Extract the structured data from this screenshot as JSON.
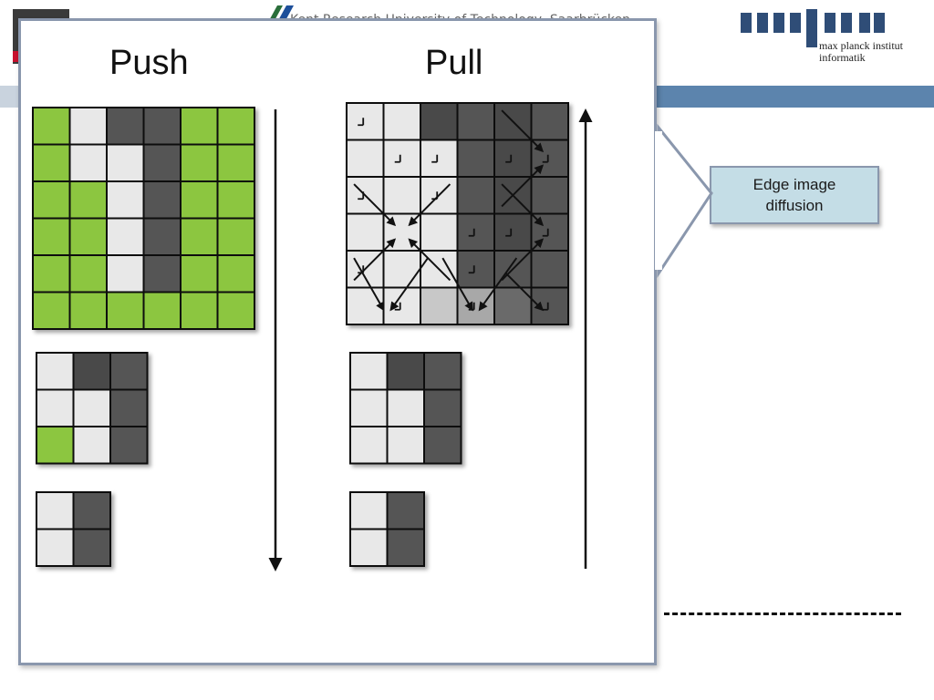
{
  "slide": {
    "header_text": "Kent Research University of Technology, Saarbrücken",
    "mpi_text": "max planck institut\ninformatik"
  },
  "panel": {
    "push_title": "Push",
    "pull_title": "Pull"
  },
  "callout": {
    "text": "Edge image diffusion"
  },
  "colors": {
    "green": "#8cc63f",
    "light": "#e8e8e8",
    "dark": "#555555",
    "darker": "#4a4a4a",
    "mid_gray": "#c8c8c8",
    "gray2": "#a8a8a8",
    "gray3": "#6a6a6a",
    "grid_line": "#111111",
    "panel_border": "#8a97ad",
    "callout_fill": "#c4dde6",
    "header_bar": "#5c84ad"
  },
  "grids": {
    "push_level0": [
      [
        "G",
        "L",
        "D",
        "D",
        "G",
        "G"
      ],
      [
        "G",
        "L",
        "L",
        "D",
        "G",
        "G"
      ],
      [
        "G",
        "G",
        "L",
        "D",
        "G",
        "G"
      ],
      [
        "G",
        "G",
        "L",
        "D",
        "G",
        "G"
      ],
      [
        "G",
        "G",
        "L",
        "D",
        "G",
        "G"
      ],
      [
        "G",
        "G",
        "G",
        "G",
        "G",
        "G"
      ]
    ],
    "push_level1": [
      [
        "L",
        "X",
        "D"
      ],
      [
        "L",
        "L",
        "D"
      ],
      [
        "G",
        "L",
        "D"
      ]
    ],
    "push_level2": [
      [
        "L",
        "D"
      ],
      [
        "L",
        "D"
      ]
    ],
    "pull_level0": [
      [
        "L",
        "L",
        "X",
        "D",
        "X",
        "D"
      ],
      [
        "L",
        "L",
        "L",
        "D",
        "X",
        "D"
      ],
      [
        "L",
        "L",
        "L",
        "D",
        "X",
        "D"
      ],
      [
        "L",
        "L",
        "L",
        "D",
        "X",
        "D"
      ],
      [
        "L",
        "L",
        "L",
        "D",
        "D",
        "D"
      ],
      [
        "L",
        "L",
        "M",
        "N",
        "O",
        "D"
      ]
    ],
    "pull_level1": [
      [
        "L",
        "X",
        "D"
      ],
      [
        "L",
        "L",
        "D"
      ],
      [
        "L",
        "L",
        "D"
      ]
    ],
    "pull_level2": [
      [
        "L",
        "D"
      ],
      [
        "L",
        "D"
      ]
    ]
  }
}
